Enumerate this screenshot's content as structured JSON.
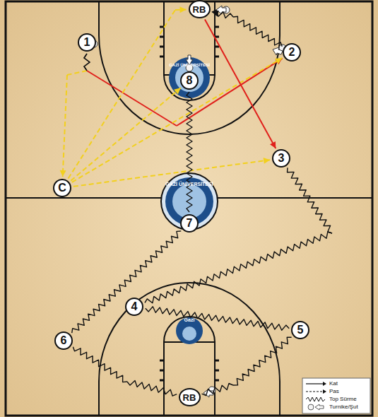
{
  "diagram": {
    "nodes": [
      {
        "text": [
          "RB"
        ]
      },
      {
        "text": [
          "1"
        ]
      },
      {
        "text": [
          "2"
        ]
      },
      {
        "text": [
          "8"
        ]
      },
      {
        "text": [
          "3"
        ]
      },
      {
        "text": [
          "C"
        ]
      },
      {
        "text": [
          "7"
        ]
      },
      {
        "text": [
          "4"
        ]
      },
      {
        "text": [
          "5"
        ]
      },
      {
        "text": [
          "6"
        ]
      },
      {
        "text": [
          "RB"
        ]
      }
    ],
    "edges": [
      {
        "from": 1,
        "to": 5,
        "arrow": "to"
      },
      {
        "from": 1,
        "to": 2,
        "arrow": "to"
      },
      {
        "from": 5,
        "to": 4,
        "arrow": "to"
      },
      {
        "from": 5,
        "to": 2,
        "arrow": "to"
      },
      {
        "from": 5,
        "to": 3,
        "arrow": "to"
      },
      {
        "from": 5,
        "to": 0,
        "arrow": "to"
      },
      {
        "from": 0,
        "to": 4,
        "arrow": "to"
      },
      {
        "from": 2,
        "to": 0,
        "arrow": "to"
      },
      {
        "from": 3,
        "to": 6,
        "arrow": "none"
      },
      {
        "from": 4,
        "to": 7,
        "arrow": "none"
      },
      {
        "from": 6,
        "to": 9,
        "arrow": "none"
      },
      {
        "from": 7,
        "to": 8,
        "arrow": "none"
      },
      {
        "from": 9,
        "to": 10,
        "arrow": "none"
      },
      {
        "from": 8,
        "to": 10,
        "arrow": "none"
      }
    ],
    "labels": [
      "GAZİ ÜNİVERSİTESİ",
      "GAZİ ÜNİVERSİTESİ",
      "Gazi"
    ],
    "legend": [
      {
        "text": "Kat"
      },
      {
        "text": "Pas"
      },
      {
        "text": "Top Sürme"
      },
      {
        "text": "Turnike/Şut"
      }
    ]
  }
}
